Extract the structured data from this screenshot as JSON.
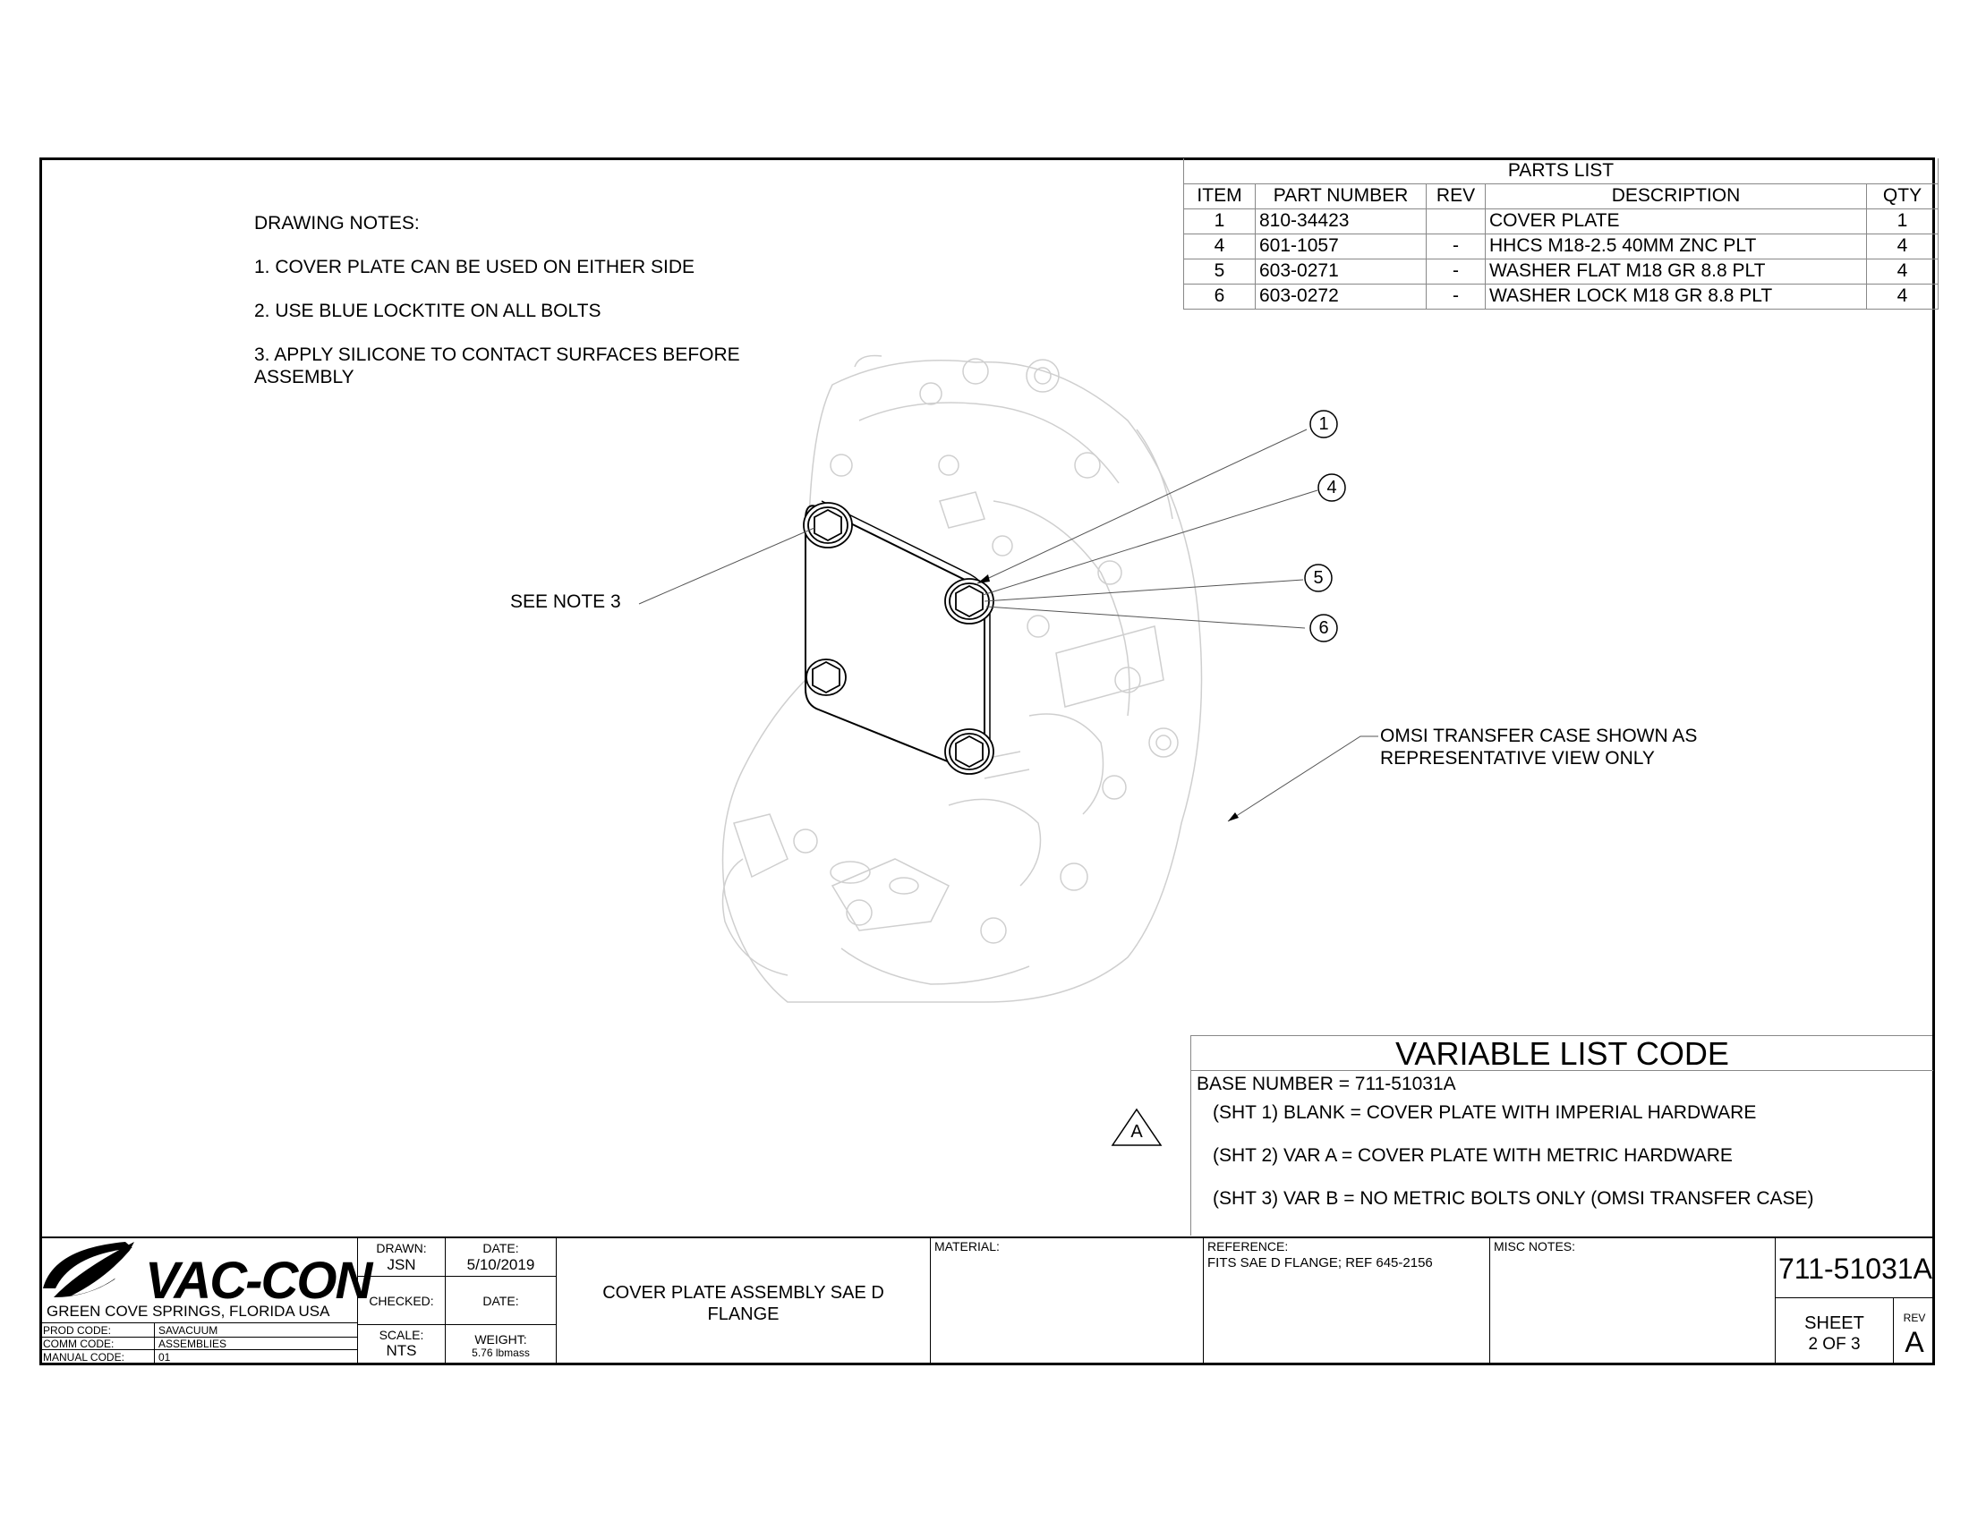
{
  "notes": {
    "heading": "DRAWING NOTES:",
    "items": [
      "1. COVER PLATE CAN BE USED ON EITHER SIDE",
      "2. USE BLUE LOCKTITE ON ALL BOLTS",
      "3. APPLY SILICONE TO CONTACT SURFACES BEFORE ASSEMBLY"
    ]
  },
  "parts_list": {
    "title": "PARTS LIST",
    "headers": [
      "ITEM",
      "PART NUMBER",
      "REV",
      "DESCRIPTION",
      "QTY"
    ],
    "rows": [
      {
        "item": "1",
        "part_number": "810-34423",
        "rev": "",
        "description": "COVER PLATE",
        "qty": "1"
      },
      {
        "item": "4",
        "part_number": "601-1057",
        "rev": "-",
        "description": "HHCS M18-2.5 40MM ZNC PLT",
        "qty": "4"
      },
      {
        "item": "5",
        "part_number": "603-0271",
        "rev": "-",
        "description": "WASHER FLAT M18 GR 8.8 PLT",
        "qty": "4"
      },
      {
        "item": "6",
        "part_number": "603-0272",
        "rev": "-",
        "description": "WASHER LOCK M18 GR 8.8 PLT",
        "qty": "4"
      }
    ]
  },
  "callouts": {
    "balloons": [
      "1",
      "4",
      "5",
      "6"
    ],
    "see_note": "SEE NOTE 3",
    "omsi_line1": "OMSI TRANSFER CASE SHOWN AS",
    "omsi_line2": "REPRESENTATIVE VIEW ONLY",
    "revision_marker": "A"
  },
  "variable_list": {
    "title": "VARIABLE LIST CODE",
    "base": "BASE NUMBER = 711-51031A",
    "lines": [
      "(SHT 1) BLANK =  COVER PLATE WITH IMPERIAL HARDWARE",
      "(SHT 2) VAR A  =  COVER PLATE WITH METRIC HARDWARE",
      "(SHT 3) VAR B  = NO METRIC BOLTS ONLY (OMSI TRANSFER CASE)"
    ]
  },
  "title_block": {
    "logo_text": "VAC-CON",
    "location": "GREEN COVE SPRINGS, FLORIDA USA",
    "prod_code_label": "PROD CODE:",
    "prod_code": "SAVACUUM",
    "comm_code_label": "COMM CODE:",
    "comm_code": "ASSEMBLIES",
    "manual_code_label": "MANUAL CODE:",
    "manual_code": "01",
    "drawn_label": "DRAWN:",
    "drawn": "JSN",
    "date_label": "DATE:",
    "date": "5/10/2019",
    "checked_label": "CHECKED:",
    "checked_date_label": "DATE:",
    "scale_label": "SCALE:",
    "scale": "NTS",
    "weight_label": "WEIGHT:",
    "weight": "5.76 lbmass",
    "title_line1": "COVER PLATE ASSEMBLY SAE D",
    "title_line2": "FLANGE",
    "material_label": "MATERIAL:",
    "reference_label": "REFERENCE:",
    "reference": "FITS SAE D FLANGE; REF 645-2156",
    "misc_label": "MISC NOTES:",
    "drawing_number": "711-51031A",
    "sheet_label": "SHEET",
    "sheet": "2  OF 3",
    "rev_label": "REV",
    "rev": "A"
  }
}
